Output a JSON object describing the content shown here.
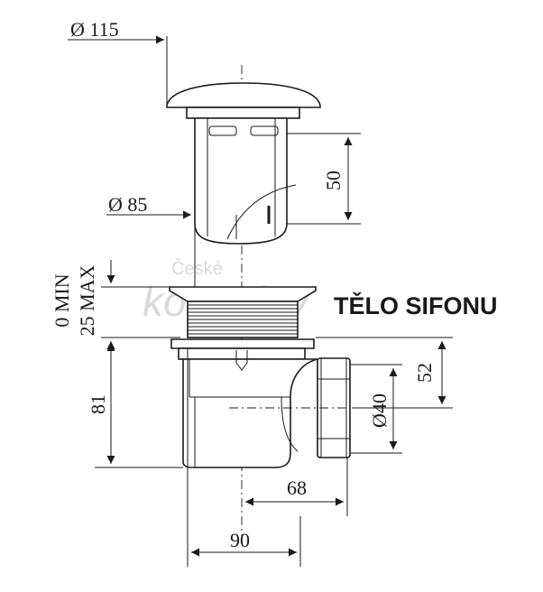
{
  "labels": {
    "d115": "Ø 115",
    "d85": "Ø 85",
    "h50": "50",
    "min": "0 MIN",
    "max": "25 MAX",
    "h81": "81",
    "h52": "52",
    "d40": "Ø40",
    "w68": "68",
    "w90": "90",
    "title": "TĚLO SIFONU"
  },
  "watermark": {
    "line1": "České",
    "line2": "koupelny"
  }
}
